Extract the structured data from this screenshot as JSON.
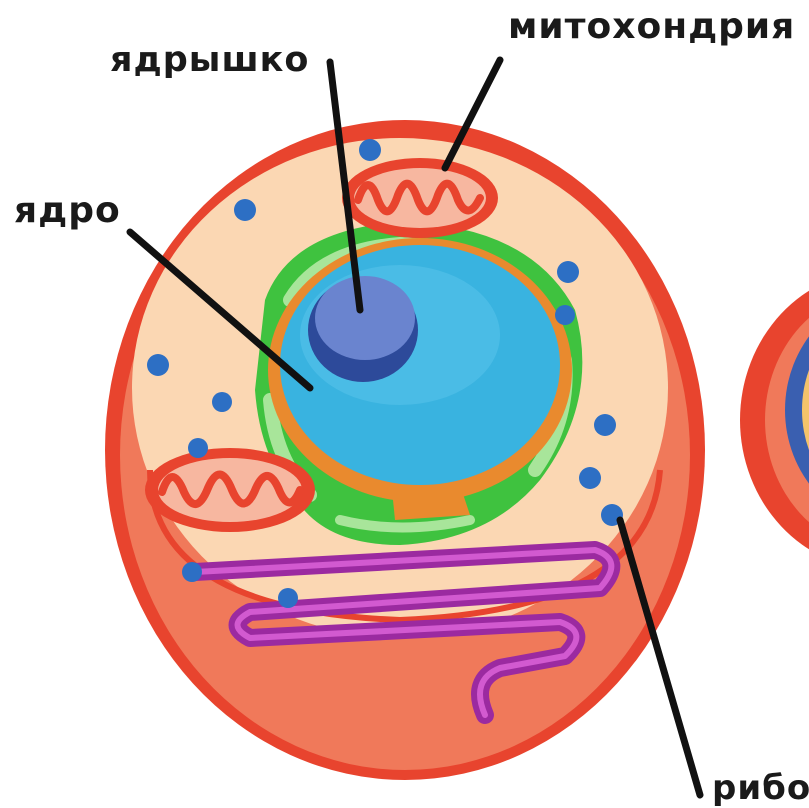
{
  "labels": {
    "mitochondria": "митохондрия",
    "nucleolus": "ядрышко",
    "nucleus": "ядро",
    "ribosome_partial": "рибо"
  },
  "colors": {
    "cell_membrane": "#e8442e",
    "cell_lower_body": "#f0795a",
    "cytoplasm": "#fbd7b3",
    "nuclear_envelope_green": "#3fc23f",
    "nuclear_envelope_light": "#a8e59a",
    "nucleus": "#39b3e0",
    "nucleus_rim": "#e98a2e",
    "nucleolus": "#4f6fc0",
    "nucleolus_dark": "#2d4a9a",
    "mitochondria": "#e8442e",
    "mitochondria_inner": "#f7b7a0",
    "ribosome": "#2d6fc4",
    "reticulum_outer": "#9b2aa0",
    "reticulum_inner": "#d25ad0",
    "leader_line": "#111111"
  },
  "icons": [
    "ribosome-dot",
    "mitochondrion",
    "endoplasmic-reticulum"
  ]
}
